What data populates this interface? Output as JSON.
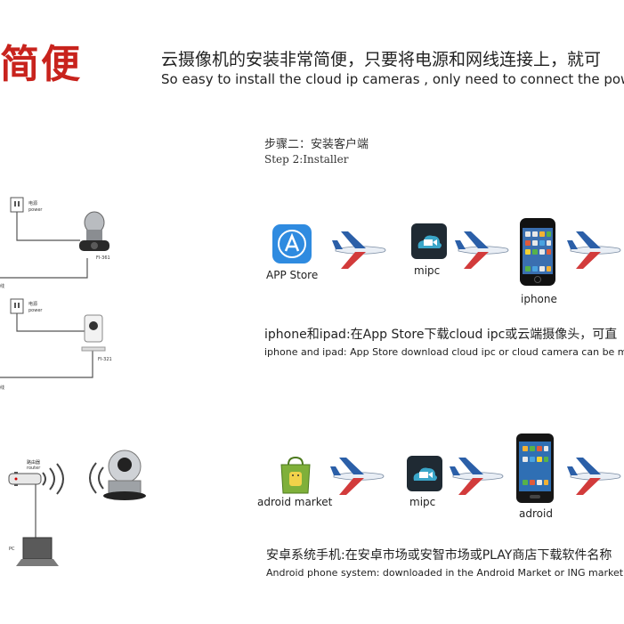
{
  "hero": {
    "title": "简便",
    "headline_cn": "云摄像机的安装非常简便，只要将电源和网线连接上，就可",
    "headline_en": "So easy to install the cloud ip cameras , only need to connect the power"
  },
  "step": {
    "title_cn": "步骤二：安装客户端",
    "title_en": "Step 2:Installer"
  },
  "iphone_flow": {
    "appstore_label": "APP Store",
    "mipc_label": "mipc",
    "device_label": "iphone",
    "desc_cn": "iphone和ipad:在App Store下载cloud ipc或云端摄像头，可直",
    "desc_en": "iphone and ipad: App Store download cloud ipc or cloud camera can be mo"
  },
  "android_flow": {
    "market_label": "adroid market",
    "mipc_label": "mipc",
    "device_label": "adroid",
    "desc_cn": "安卓系统手机:在安卓市场或安智市场或PLAY商店下载软件名称",
    "desc_en": "Android phone system: downloaded in the Android Market or ING market c"
  },
  "diagram": {
    "power_cn_1": "电源",
    "power_en_1": "power",
    "model_1": "FI-361",
    "power_cn_2": "电源",
    "power_en_2": "power",
    "model_2": "FI-321",
    "router_cn": "路由器",
    "router_en": "router",
    "pc_label": "PC",
    "cable_1": "线",
    "cable_2": "线"
  },
  "colors": {
    "brand_red": "#c8231d",
    "plane_blue": "#2b5fa8",
    "plane_red": "#d23b3b",
    "appstore_blue": "#2f8be0",
    "mipc_teal": "#3aa6c9",
    "android_green": "#7fb03a"
  }
}
